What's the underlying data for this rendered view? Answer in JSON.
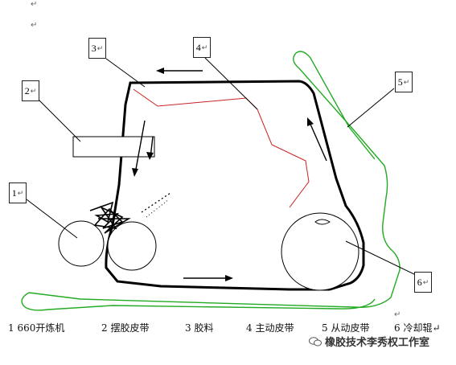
{
  "callouts": [
    {
      "id": "1",
      "text": "1"
    },
    {
      "id": "2",
      "text": "2"
    },
    {
      "id": "3",
      "text": "3"
    },
    {
      "id": "4",
      "text": "4"
    },
    {
      "id": "5",
      "text": "5"
    },
    {
      "id": "6",
      "text": "6"
    }
  ],
  "paragraph_mark": "↵",
  "legend": [
    "1 660开炼机",
    "2 摆胶皮带",
    "3 胶料",
    "4 主动皮带",
    "5 从动皮带",
    "6 冷却辊↵"
  ],
  "watermark": "橡胶技术李秀权工作室",
  "colors": {
    "black_belt": "#000000",
    "green_belt": "#22aa22",
    "material": "#cc2222"
  }
}
